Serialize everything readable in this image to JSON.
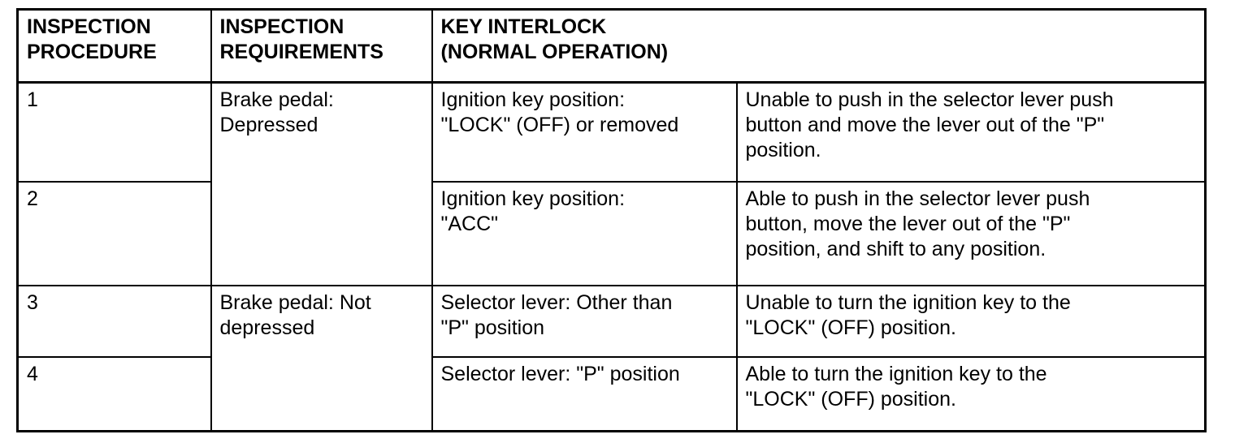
{
  "page": {
    "background": "#ffffff",
    "line_color": "#000000",
    "text_color": "#000000"
  },
  "table": {
    "header": {
      "procedure": "INSPECTION\nPROCEDURE",
      "requirements": "INSPECTION\nREQUIREMENTS",
      "key_interlock": "KEY INTERLOCK\n(NORMAL OPERATION)"
    },
    "rows": [
      {
        "procedure": "1",
        "requirements": "Brake pedal:\nDepressed",
        "condition": "Ignition key position:\n\"LOCK\" (OFF) or removed",
        "result": "Unable to push in the selector lever push\nbutton and move the lever out of the \"P\"\nposition."
      },
      {
        "procedure": "2",
        "condition": "Ignition key position:\n\"ACC\"",
        "result": "Able to push in the selector lever push\nbutton, move the lever out of the \"P\"\nposition, and shift to any position."
      },
      {
        "procedure": "3",
        "requirements": "Brake pedal: Not\ndepressed",
        "condition": "Selector lever: Other than\n\"P\" position",
        "result": "Unable to turn the ignition key to the\n\"LOCK\" (OFF) position."
      },
      {
        "procedure": "4",
        "condition": "Selector lever: \"P\" position",
        "result": "Able to turn the ignition key to the\n\"LOCK\" (OFF) position."
      }
    ]
  }
}
